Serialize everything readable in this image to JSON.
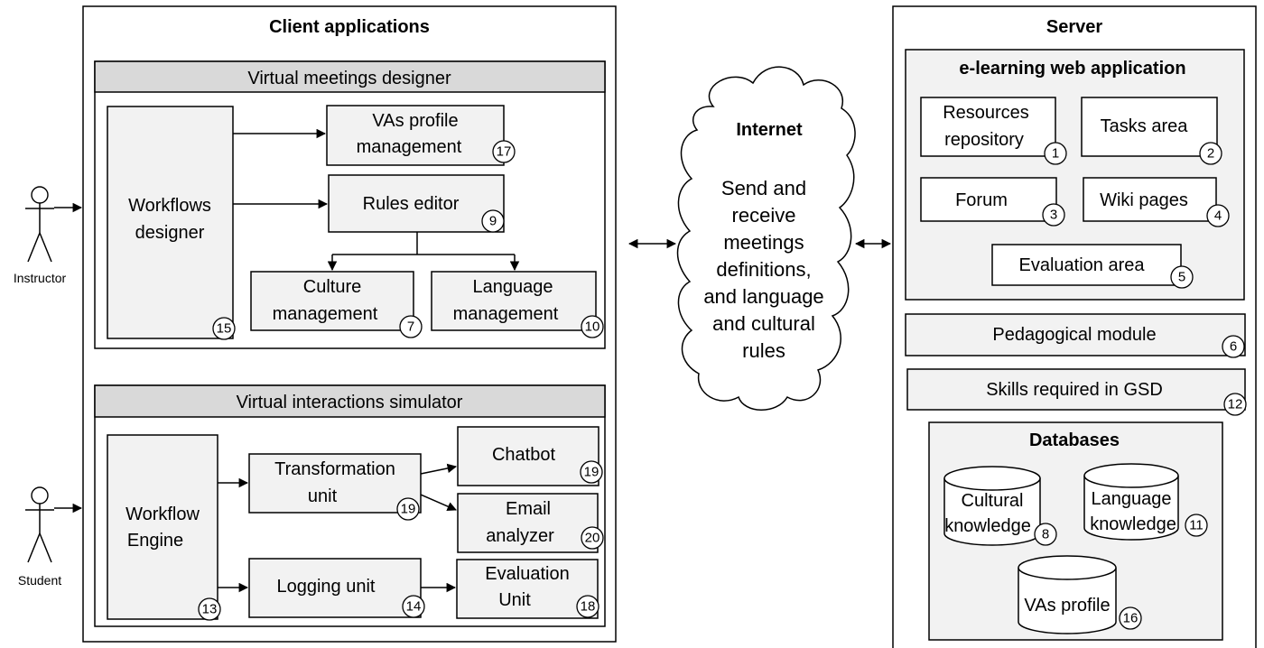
{
  "client": {
    "title": "Client applications",
    "designer": {
      "header": "Virtual meetings designer",
      "workflows_designer": {
        "line1": "Workflows",
        "line2": "designer",
        "badge": "15"
      },
      "vas_profile_mgmt": {
        "line1": "VAs profile",
        "line2": "management",
        "badge": "17"
      },
      "rules_editor": {
        "label": "Rules editor",
        "badge": "9"
      },
      "culture_mgmt": {
        "line1": "Culture",
        "line2": "management",
        "badge": "7"
      },
      "language_mgmt": {
        "line1": "Language",
        "line2": "management",
        "badge": "10"
      }
    },
    "simulator": {
      "header": "Virtual interactions simulator",
      "workflow_engine": {
        "line1": "Workflow",
        "line2": "Engine",
        "badge": "13"
      },
      "transformation_unit": {
        "line1": "Transformation",
        "line2": "unit",
        "badge": "19"
      },
      "chatbot": {
        "label": "Chatbot",
        "badge": "19"
      },
      "email_analyzer": {
        "line1": "Email",
        "line2": "analyzer",
        "badge": "20"
      },
      "logging_unit": {
        "label": "Logging unit",
        "badge": "14"
      },
      "evaluation_unit": {
        "line1": "Evaluation",
        "line2": "Unit",
        "badge": "18"
      }
    }
  },
  "actors": {
    "instructor": "Instructor",
    "student": "Student"
  },
  "internet": {
    "title": "Internet",
    "lines": [
      "Send and",
      "receive",
      "meetings",
      "definitions,",
      "and language",
      "and cultural",
      "rules"
    ]
  },
  "server": {
    "title": "Server",
    "webapp": {
      "title": "e-learning web application",
      "resources": {
        "line1": "Resources",
        "line2": "repository",
        "badge": "1"
      },
      "tasks": {
        "label": "Tasks area",
        "badge": "2"
      },
      "forum": {
        "label": "Forum",
        "badge": "3"
      },
      "wiki": {
        "label": "Wiki pages",
        "badge": "4"
      },
      "evaluation": {
        "label": "Evaluation area",
        "badge": "5"
      }
    },
    "pedagogical": {
      "label": "Pedagogical module",
      "badge": "6"
    },
    "skills": {
      "label": "Skills required in GSD",
      "badge": "12"
    },
    "databases": {
      "title": "Databases",
      "cultural": {
        "line1": "Cultural",
        "line2": "knowledge",
        "badge": "8"
      },
      "language": {
        "line1": "Language",
        "line2": "knowledge",
        "badge": "11"
      },
      "vas_profile": {
        "label": "VAs profile",
        "badge": "16"
      }
    }
  }
}
